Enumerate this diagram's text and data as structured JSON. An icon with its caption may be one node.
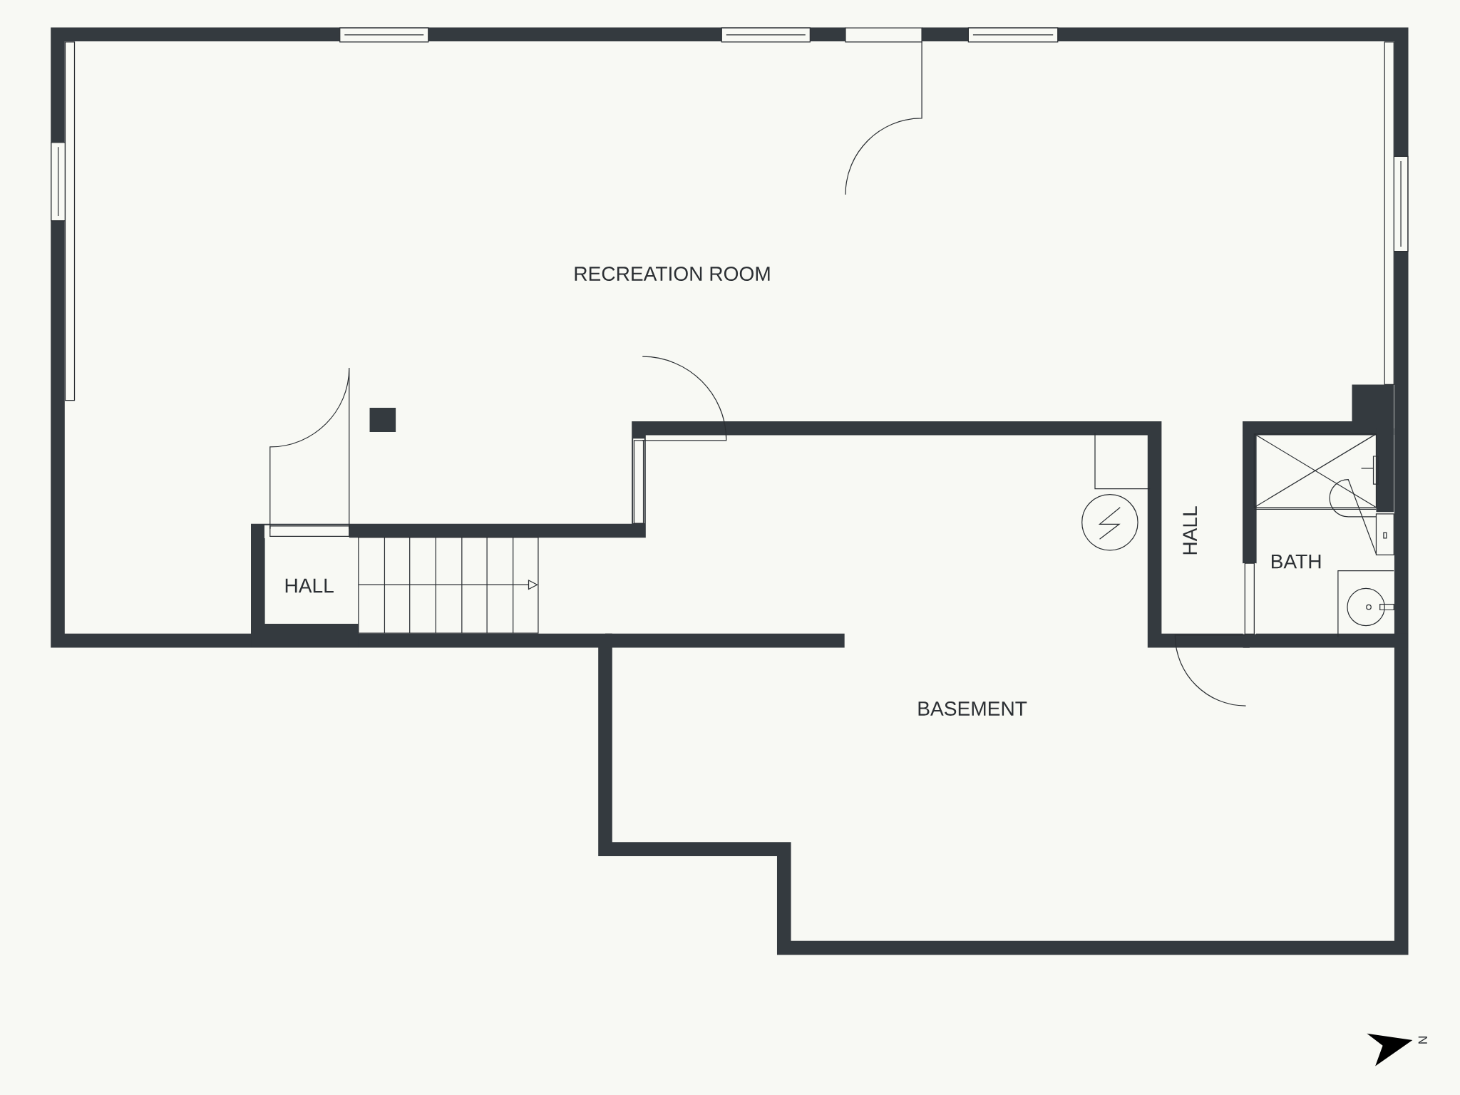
{
  "diagram": {
    "labels": [
      "RECREATION ROOM",
      "HALL",
      "BATH",
      "HALL",
      "BASEMENT",
      "N"
    ]
  }
}
